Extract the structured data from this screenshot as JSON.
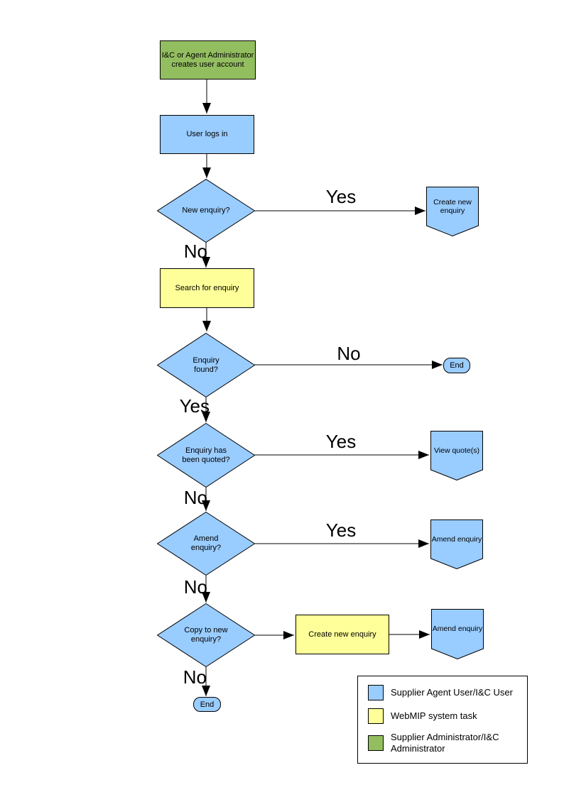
{
  "colors": {
    "user_task": "#99CCFF",
    "system_task": "#FFFF99",
    "admin_task": "#93BE60",
    "line": "#000000"
  },
  "nodes": {
    "create_account": {
      "label": "I&C or Agent Administrator creates user account"
    },
    "user_logs_in": {
      "label": "User logs in"
    },
    "new_enquiry_q": {
      "label": "New enquiry?"
    },
    "create_new_enquiry_connector": {
      "label": "Create new enquiry"
    },
    "search_for_enquiry": {
      "label": "Search for enquiry"
    },
    "enquiry_found_q": {
      "label": "Enquiry found?"
    },
    "end_right": {
      "label": "End"
    },
    "enquiry_quoted_q": {
      "label": "Enquiry has been quoted?"
    },
    "view_quotes": {
      "label": "View quote(s)"
    },
    "amend_enquiry_q": {
      "label": "Amend enquiry?"
    },
    "amend_enquiry_connector_1": {
      "label": "Amend enquiry"
    },
    "copy_to_new_q": {
      "label": "Copy to new enquiry?"
    },
    "create_new_enquiry_task": {
      "label": "Create new enquiry"
    },
    "amend_enquiry_connector_2": {
      "label": "Amend enquiry"
    },
    "end_bottom": {
      "label": "End"
    }
  },
  "edge_labels": {
    "new_enquiry_yes": "Yes",
    "new_enquiry_no": "No",
    "enquiry_found_no": "No",
    "enquiry_found_yes": "Yes",
    "quoted_yes": "Yes",
    "quoted_no": "No",
    "amend_yes": "Yes",
    "amend_no": "No",
    "copy_no": "No"
  },
  "legend": {
    "items": [
      {
        "label": "Supplier Agent User/I&C User",
        "color": "#99CCFF"
      },
      {
        "label": "WebMIP system task",
        "color": "#FFFF99"
      },
      {
        "label": "Supplier Administrator/I&C Administrator",
        "color": "#93BE60"
      }
    ]
  }
}
